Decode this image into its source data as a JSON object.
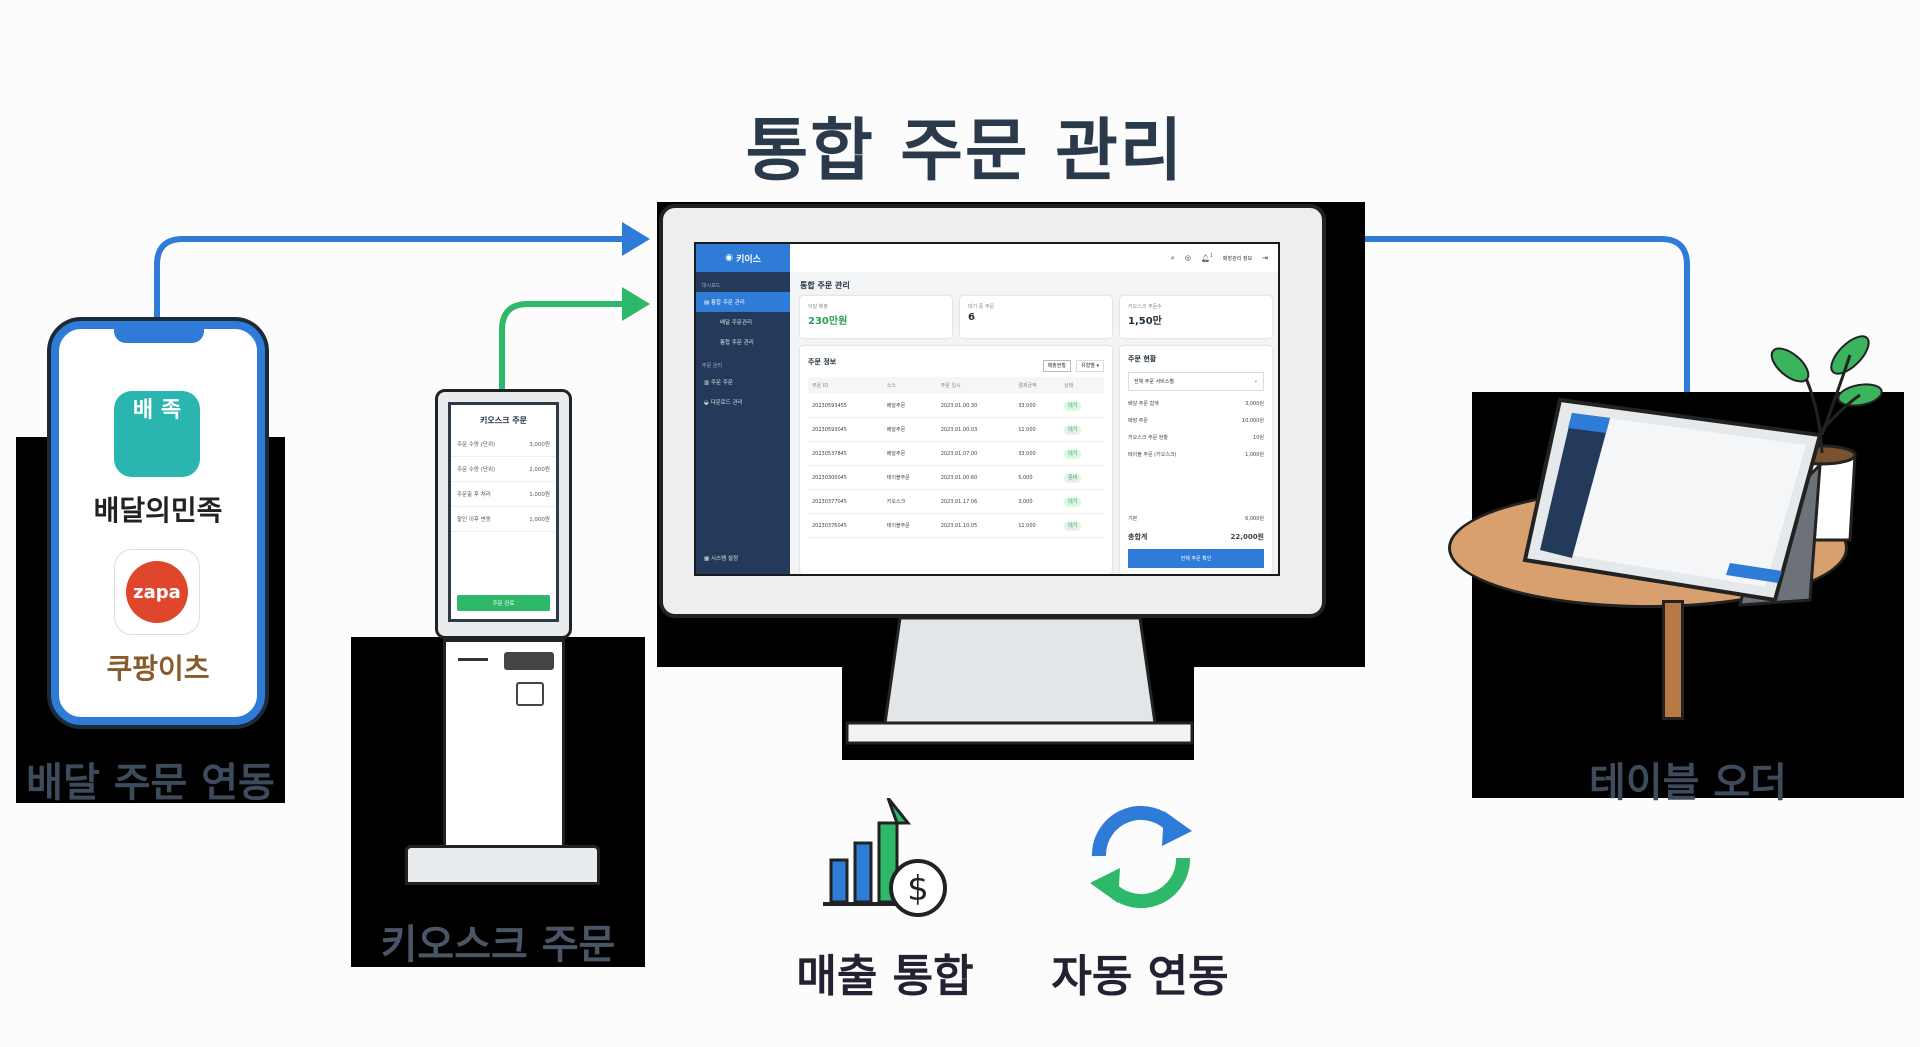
{
  "title": "통합 주문 관리",
  "channels": {
    "delivery": {
      "label": "배달 주문 연동",
      "apps": [
        {
          "name": "배달의민족",
          "icon_text": "배 족"
        },
        {
          "name": "쿠팡이츠",
          "icon_text": "zapa"
        }
      ]
    },
    "kiosk": {
      "label": "키오스크 주문",
      "screen_title": "키오스크 주문",
      "items": [
        {
          "name": "주문 수량 (단위)",
          "price": "3,000원"
        },
        {
          "name": "주문 수량 (단위)",
          "price": "2,000원"
        },
        {
          "name": "주문출 후 처리",
          "price": "1,000원"
        },
        {
          "name": "할인 이후 변동",
          "price": "1,000원"
        }
      ],
      "button": "주문 완료"
    },
    "table": {
      "label": "테이블 오더"
    }
  },
  "dashboard": {
    "logo": "키이스",
    "header_user": "매장관리 정보",
    "notification_count": "1",
    "sidebar": {
      "section1": "대시보드",
      "items": [
        {
          "label": "통합 주문 관리",
          "active": true
        },
        {
          "label": "배달 주문관리"
        },
        {
          "label": "통합 주문 관리"
        }
      ],
      "section2": "주문 관리",
      "items2": [
        {
          "label": "주문 주문"
        },
        {
          "label": "다운로드 관리"
        }
      ],
      "footer": "시스템 설정"
    },
    "page_title": "통합 주문 관리",
    "stats": [
      {
        "label": "이달 매출",
        "value": "230만원",
        "color": "#2e9e5a"
      },
      {
        "label": "대기 중 주문",
        "value": "6"
      },
      {
        "label": "키오스크 주문수",
        "value": "1,50만"
      }
    ],
    "orders": {
      "title": "주문 정보",
      "filter1": "매출현황",
      "filter2": "유형별",
      "columns": [
        "주문 ID",
        "소스",
        "주문 일시",
        "결제금액",
        "상태"
      ],
      "rows": [
        [
          "20230593455",
          "배달주문",
          "2023.01.00.30",
          "33,000",
          "대기"
        ],
        [
          "20230593045",
          "배달주문",
          "2023.01.00.03",
          "11,000",
          "대기"
        ],
        [
          "20230537845",
          "배달주문",
          "2023.01.07.00",
          "33,000",
          "대기"
        ],
        [
          "20230300045",
          "테이블주문",
          "2023.01.00.60",
          "5,000",
          "준비"
        ],
        [
          "20230377045",
          "키오스크",
          "2023.01.17.06",
          "3,000",
          "대기"
        ],
        [
          "20230376045",
          "테이블주문",
          "2023.01.10.05",
          "11,000",
          "대기"
        ]
      ]
    },
    "order_status": {
      "title": "주문 현황",
      "select": "전체 주문 서비스별",
      "lines": [
        {
          "label": "배달 주문 합계",
          "value": "3,000원"
        },
        {
          "label": "매장 주문",
          "value": "10,000원"
        },
        {
          "label": "키오스크 주문 현황",
          "value": "10원"
        },
        {
          "label": "테이블 주문 (키오스크)",
          "value": "1,000원"
        }
      ],
      "subtotal_label": "기본",
      "subtotal": "6,000원",
      "total_label": "총합계",
      "total": "22,000원",
      "button": "전체 주문 확인"
    }
  },
  "features": [
    {
      "label": "매출 통합",
      "icon": "revenue-chart-icon"
    },
    {
      "label": "자동 연동",
      "icon": "sync-icon"
    }
  ],
  "colors": {
    "blue": "#2f7bd8",
    "green": "#2eb86a"
  }
}
